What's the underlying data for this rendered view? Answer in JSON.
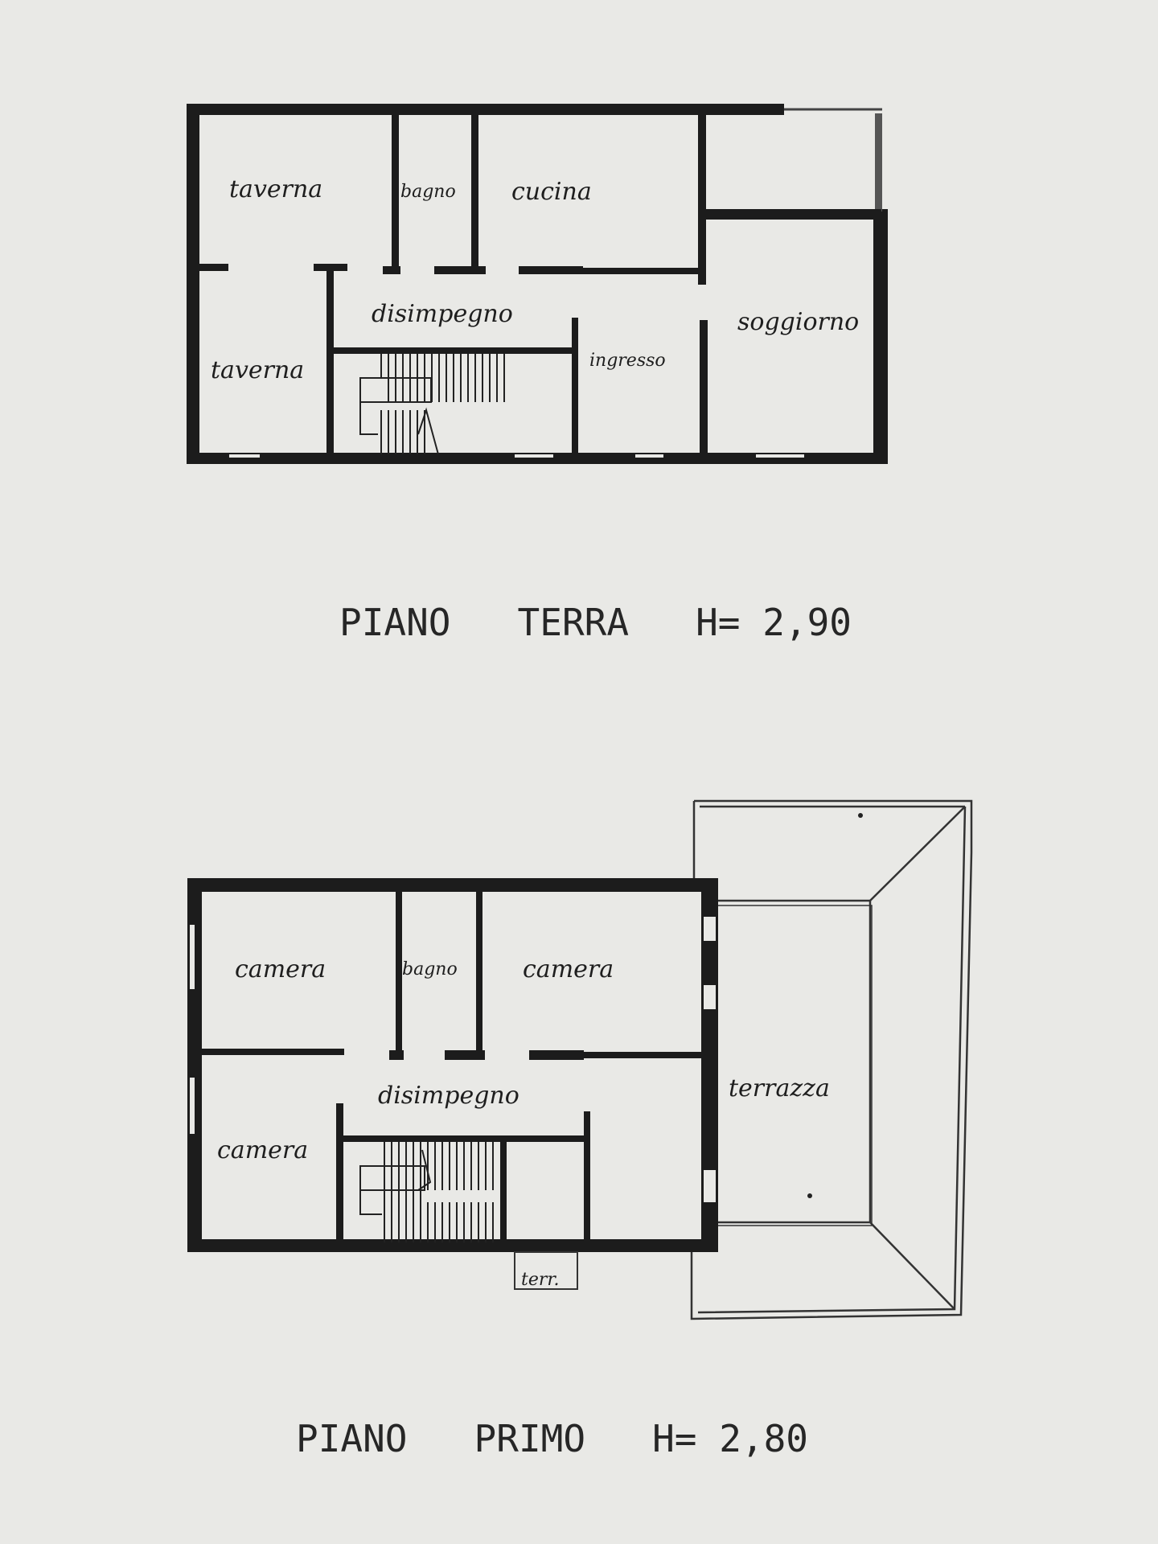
{
  "ground_floor": {
    "title": "PIANO   TERRA   H= 2,90",
    "rooms": {
      "taverna_top": "taverna",
      "bagno": "bagno",
      "cucina": "cucina",
      "disimpegno": "disimpegno",
      "taverna_bottom": "taverna",
      "ingresso": "ingresso",
      "soggiorno": "soggiorno"
    }
  },
  "first_floor": {
    "title": "PIANO   PRIMO   H= 2,80",
    "rooms": {
      "camera_top_left": "camera",
      "bagno": "bagno",
      "camera_top_right": "camera",
      "disimpegno": "disimpegno",
      "camera_bottom_left": "camera",
      "terrazza": "terrazza",
      "terr_small": "terr."
    }
  }
}
